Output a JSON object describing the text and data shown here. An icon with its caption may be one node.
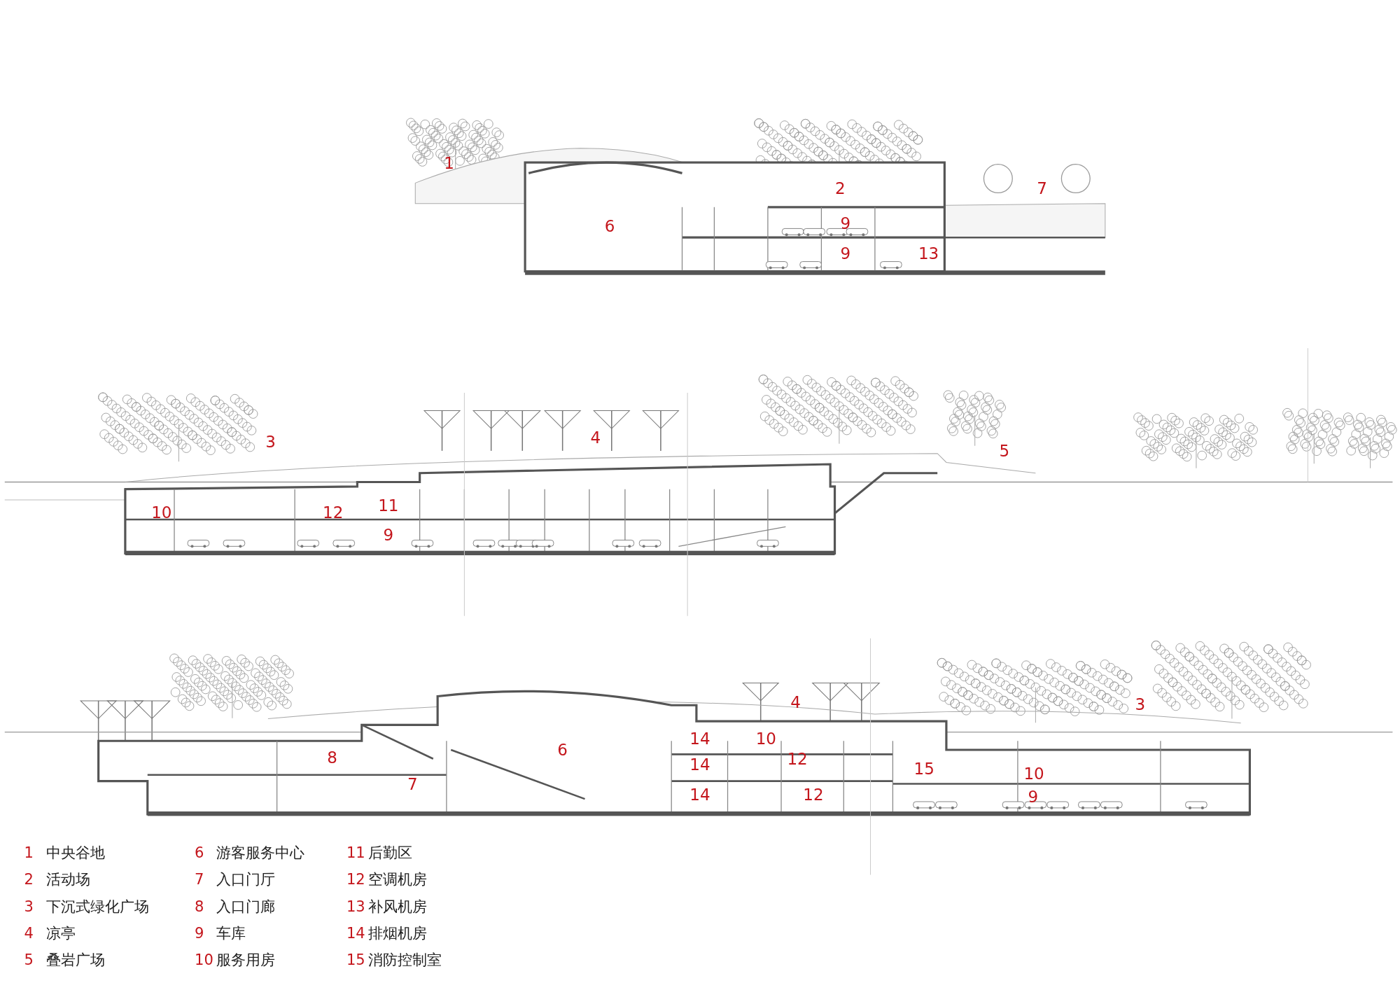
{
  "diagram": {
    "labels": [
      "1",
      "2",
      "7",
      "6",
      "9",
      "9",
      "13",
      "3",
      "4",
      "5",
      "11",
      "10",
      "12",
      "9",
      "4",
      "3",
      "14",
      "10",
      "8",
      "6",
      "14",
      "12",
      "15",
      "10",
      "7",
      "14",
      "12",
      "9",
      "1",
      "中央谷地",
      "2",
      "活动场",
      "3",
      "下沉式绿化广场",
      "4",
      "凉亭",
      "5",
      "叠岩广场",
      "6",
      "游客服务中心",
      "7",
      "入口门厅",
      "8",
      "入口门廊",
      "9",
      "车库",
      "10",
      "服务用房",
      "11",
      "后勤区",
      "12",
      "空调机房",
      "13",
      "补风机房",
      "14",
      "排烟机房",
      "15",
      "消防控制室"
    ]
  }
}
